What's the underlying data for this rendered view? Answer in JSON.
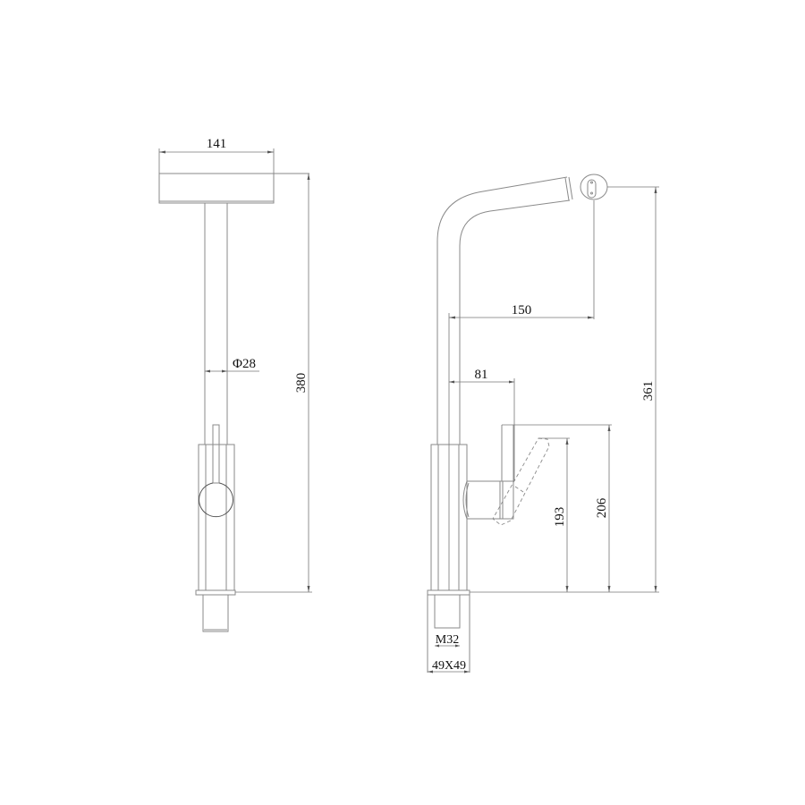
{
  "drawing": {
    "type": "technical-drawing",
    "subject": "kitchen faucet",
    "views": [
      {
        "name": "front-view",
        "dimensions": {
          "base_width": "141",
          "spout_diameter": "Φ28",
          "total_height": "380"
        }
      },
      {
        "name": "side-view",
        "dimensions": {
          "spout_reach": "150",
          "handle_offset": "81",
          "handle_height": "193",
          "handle_top_height": "206",
          "spout_height": "361",
          "thread": "M32",
          "base_size": "49X49"
        }
      }
    ],
    "colors": {
      "background": "#ffffff",
      "line": "#8a8a8a",
      "text": "#111111"
    }
  }
}
